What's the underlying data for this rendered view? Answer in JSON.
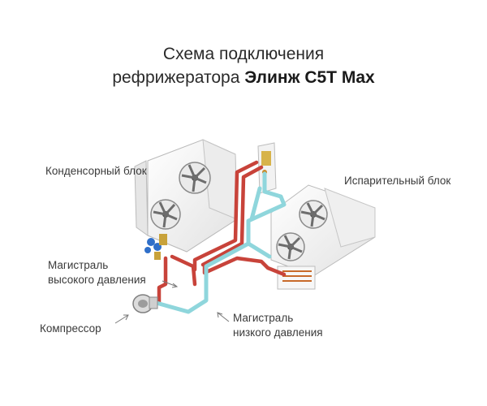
{
  "title": {
    "line1": "Схема подключения",
    "line2_prefix": "рефрижератора ",
    "line2_model": "Элинж C5T Max"
  },
  "labels": {
    "condenser": "Конденсорный блок",
    "evaporator": "Испарительный блок",
    "high_line_1": "Магистраль",
    "high_line_2": "высокого давления",
    "low_line_1": "Магистраль",
    "low_line_2": "низкого давления",
    "compressor": "Компрессор"
  },
  "colors": {
    "high_pressure_line": "#c8433a",
    "low_pressure_line": "#8fd6dc",
    "unit_body": "#f4f4f4",
    "valve_blue": "#2f6fc9"
  }
}
